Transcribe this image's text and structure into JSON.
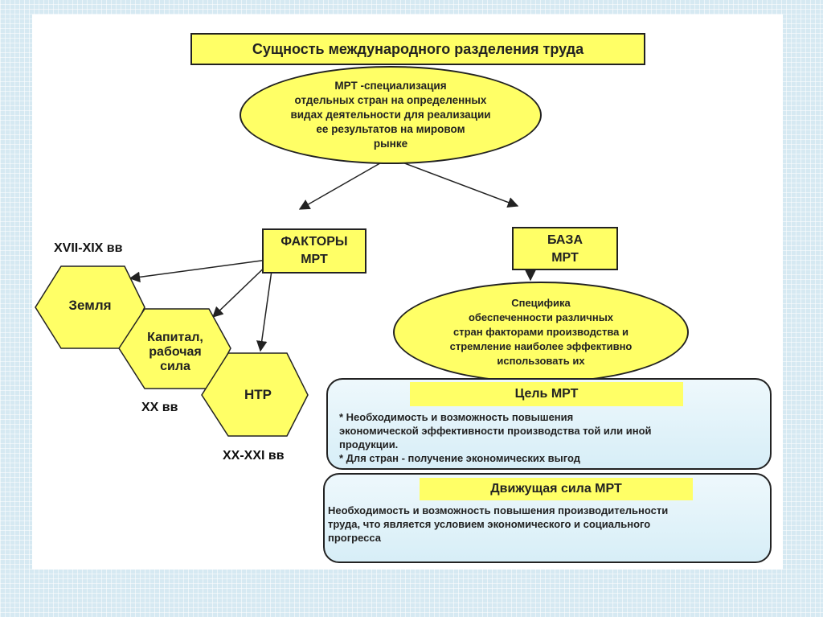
{
  "title": "Сущность международного разделения труда",
  "definition": "МРТ -специализация\nотдельных стран на  определенных\nвидах    деятельности для  реализации\nее результатов    на     мировом\nрынке",
  "factors": {
    "label": "ФАКТОРЫ\nМРТ"
  },
  "base": {
    "label": "БАЗА\nМРТ"
  },
  "base_detail": "Специфика\nобеспеченности   различных\nстран факторами   производства  и\nстремление   наиболее  эффективно\nиспользовать их",
  "hexagons": [
    {
      "label": "Земля"
    },
    {
      "label": "Капитал,\nрабочая\nсила"
    },
    {
      "label": "НТР"
    }
  ],
  "eras": {
    "era1": "XVII-XIX вв",
    "era2": "XX вв",
    "era3": "XX-XXI вв"
  },
  "goal": {
    "heading": "Цель МРТ",
    "text": "* Необходимость и возможность повышения\nэкономической эффективности производства той или иной\nпродукции.\n* Для стран - получение экономических выгод"
  },
  "driver": {
    "heading": "Движущая сила МРТ",
    "text": "Необходимость и возможность повышения производительности\nтруда, что является условием экономического и социального\nпрогресса"
  },
  "colors": {
    "shape_fill": "#ffff66",
    "panel_fill": "#d7eef7",
    "outline": "#222222",
    "background": "#d6e9f2"
  }
}
